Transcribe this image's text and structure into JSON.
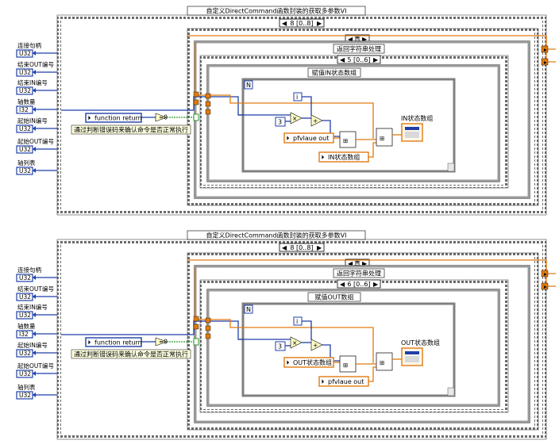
{
  "panels": [
    {
      "title": "自定义DirectCommand函数封装的获取多参数VI",
      "outer_case_selector": "8 [0..8]",
      "middle_case_selector": "真",
      "inner_title": "返回字符串处理",
      "inner_case_selector": "5 [0..6]",
      "loop_label": "赋值IN状态数组",
      "loop_count_terminal": "N",
      "iteration_terminal": "i",
      "constant": "3",
      "indicator_label": "IN状态数组",
      "property_top": "pfvlaue out",
      "property_bottom": "IN状态数组",
      "function_return": "function return",
      "compare_label": "=0",
      "comment": "通过判断错误码来确认命令是否正常执行",
      "controls": [
        {
          "label": "连接句柄",
          "type": "U32"
        },
        {
          "label": "结束OUT编号",
          "type": "U32"
        },
        {
          "label": "结束IN编号",
          "type": "U32"
        },
        {
          "label": "轴数量",
          "type": "I32"
        },
        {
          "label": "起始IN编号",
          "type": "U32"
        },
        {
          "label": "起始OUT编号",
          "type": "U32"
        },
        {
          "label": "轴列表",
          "type": "U32"
        }
      ]
    },
    {
      "title": "自定义DirectCommand函数封装的获取多参数VI",
      "outer_case_selector": "8 [0..8]",
      "middle_case_selector": "真",
      "inner_title": "返回字符串处理",
      "inner_case_selector": "6 [0..6]",
      "loop_label": "赋值OUT数组",
      "loop_count_terminal": "N",
      "iteration_terminal": "i",
      "constant": "3",
      "indicator_label": "OUT状态数组",
      "property_top": "OUT状态数组",
      "property_bottom": "pfvlaue out",
      "function_return": "function return",
      "compare_label": "=0",
      "comment": "通过判断错误码来确认命令是否正常执行",
      "controls": [
        {
          "label": "连接句柄",
          "type": "U32"
        },
        {
          "label": "结束OUT编号",
          "type": "U32"
        },
        {
          "label": "结束IN编号",
          "type": "U32"
        },
        {
          "label": "轴数量",
          "type": "I32"
        },
        {
          "label": "起始IN编号",
          "type": "U32"
        },
        {
          "label": "起始OUT编号",
          "type": "U32"
        },
        {
          "label": "轴列表",
          "type": "U32"
        }
      ]
    }
  ],
  "colors": {
    "int_wire": "#1f3fa8",
    "string_wire": "#e07a10",
    "bool_wire": "#2e9a2e",
    "structure_border": "#8c8c8c"
  }
}
